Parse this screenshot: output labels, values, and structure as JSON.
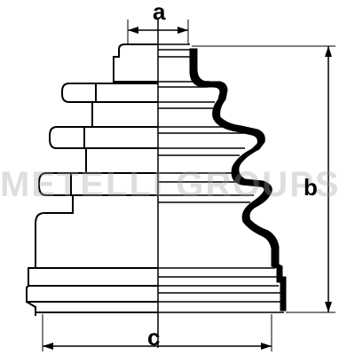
{
  "diagram": {
    "dimensions": {
      "a": "a",
      "b": "b",
      "c": "c"
    },
    "watermark": "METELLI GROUPS"
  }
}
